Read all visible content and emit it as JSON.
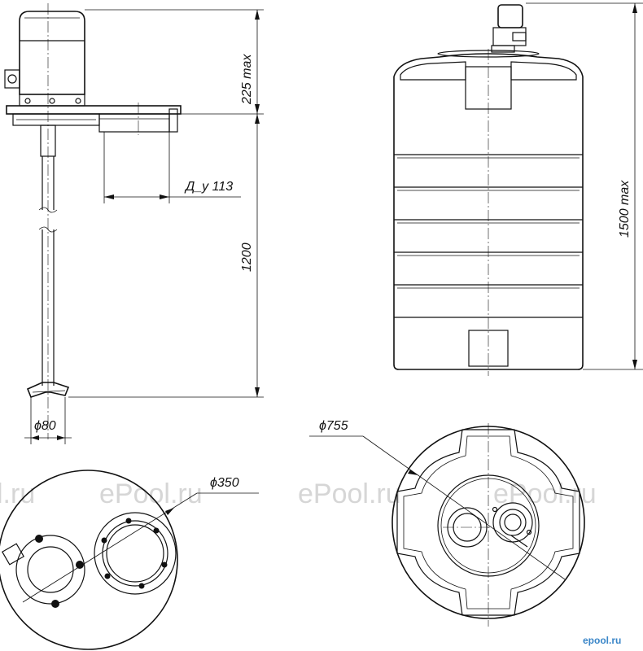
{
  "dimensions": {
    "motor_height": "225 max",
    "nozzle": "Д_у 113",
    "shaft_length": "1200",
    "impeller_diameter": "ϕ80",
    "flange_diameter": "ϕ350",
    "tank_diameter": "ϕ755",
    "tank_height": "1500 max"
  },
  "watermarks": [
    "l.ru",
    "ePool.ru",
    "ePool.ru",
    "ePool.ru"
  ],
  "logo": "epool.ru"
}
